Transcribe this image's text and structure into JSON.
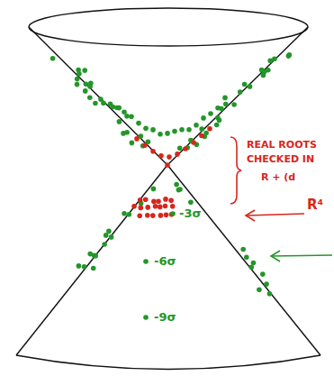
{
  "diagram": {
    "labels": [
      "REAL ROOTS",
      "CHECKED IN",
      "R + (d",
      "R⁴",
      "-3σ",
      "-6σ",
      "-9σ"
    ]
  }
}
